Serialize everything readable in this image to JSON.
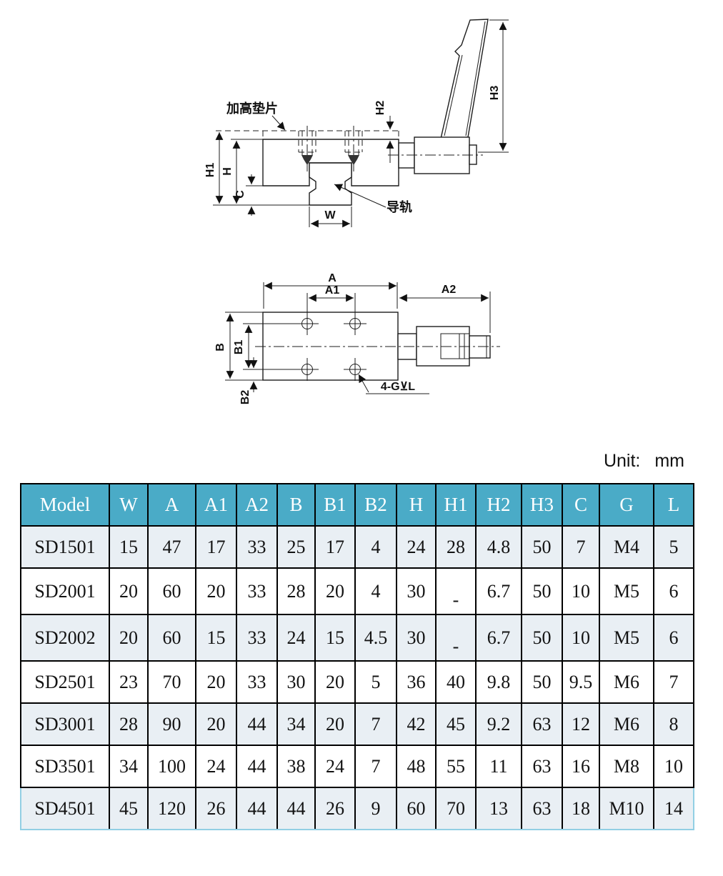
{
  "unit": {
    "label": "Unit:",
    "value": "mm"
  },
  "drawings": {
    "side": {
      "h1": "H1",
      "h": "H",
      "c": "C",
      "w": "W",
      "h2": "H2",
      "h3": "H3",
      "shim_label": "加高垫片",
      "rail_label": "导轨"
    },
    "top": {
      "a": "A",
      "a1": "A1",
      "a2": "A2",
      "b": "B",
      "b1": "B1",
      "b2": "B2",
      "hole_note": "4-G⊻L"
    }
  },
  "table": {
    "columns": [
      "Model",
      "W",
      "A",
      "A1",
      "A2",
      "B",
      "B1",
      "B2",
      "H",
      "H1",
      "H2",
      "H3",
      "C",
      "G",
      "L"
    ],
    "rows": [
      {
        "model": "SD1501",
        "values": [
          "15",
          "47",
          "17",
          "33",
          "25",
          "17",
          "4",
          "24",
          "28",
          "4.8",
          "50",
          "7",
          "M4",
          "5"
        ],
        "shaded": true,
        "selected": false
      },
      {
        "model": "SD2001",
        "values": [
          "20",
          "60",
          "20",
          "33",
          "28",
          "20",
          "4",
          "30",
          "-",
          "6.7",
          "50",
          "10",
          "M5",
          "6"
        ],
        "shaded": false,
        "selected": false
      },
      {
        "model": "SD2002",
        "values": [
          "20",
          "60",
          "15",
          "33",
          "24",
          "15",
          "4.5",
          "30",
          "-",
          "6.7",
          "50",
          "10",
          "M5",
          "6"
        ],
        "shaded": true,
        "selected": false
      },
      {
        "model": "SD2501",
        "values": [
          "23",
          "70",
          "20",
          "33",
          "30",
          "20",
          "5",
          "36",
          "40",
          "9.8",
          "50",
          "9.5",
          "M6",
          "7"
        ],
        "shaded": false,
        "selected": false
      },
      {
        "model": "SD3001",
        "values": [
          "28",
          "90",
          "20",
          "44",
          "34",
          "20",
          "7",
          "42",
          "45",
          "9.2",
          "63",
          "12",
          "M6",
          "8"
        ],
        "shaded": true,
        "selected": false
      },
      {
        "model": "SD3501",
        "values": [
          "34",
          "100",
          "24",
          "44",
          "38",
          "24",
          "7",
          "48",
          "55",
          "11",
          "63",
          "16",
          "M8",
          "10"
        ],
        "shaded": false,
        "selected": false
      },
      {
        "model": "SD4501",
        "values": [
          "45",
          "120",
          "26",
          "44",
          "44",
          "26",
          "9",
          "60",
          "70",
          "13",
          "63",
          "18",
          "M10",
          "14"
        ],
        "shaded": true,
        "selected": true
      }
    ],
    "colors": {
      "header_bg": "#4AABC7",
      "header_text": "#FFFFFF",
      "shaded_row_bg": "#E9EFF4",
      "border": "#000000",
      "selection_outline": "#92CFE4"
    }
  }
}
